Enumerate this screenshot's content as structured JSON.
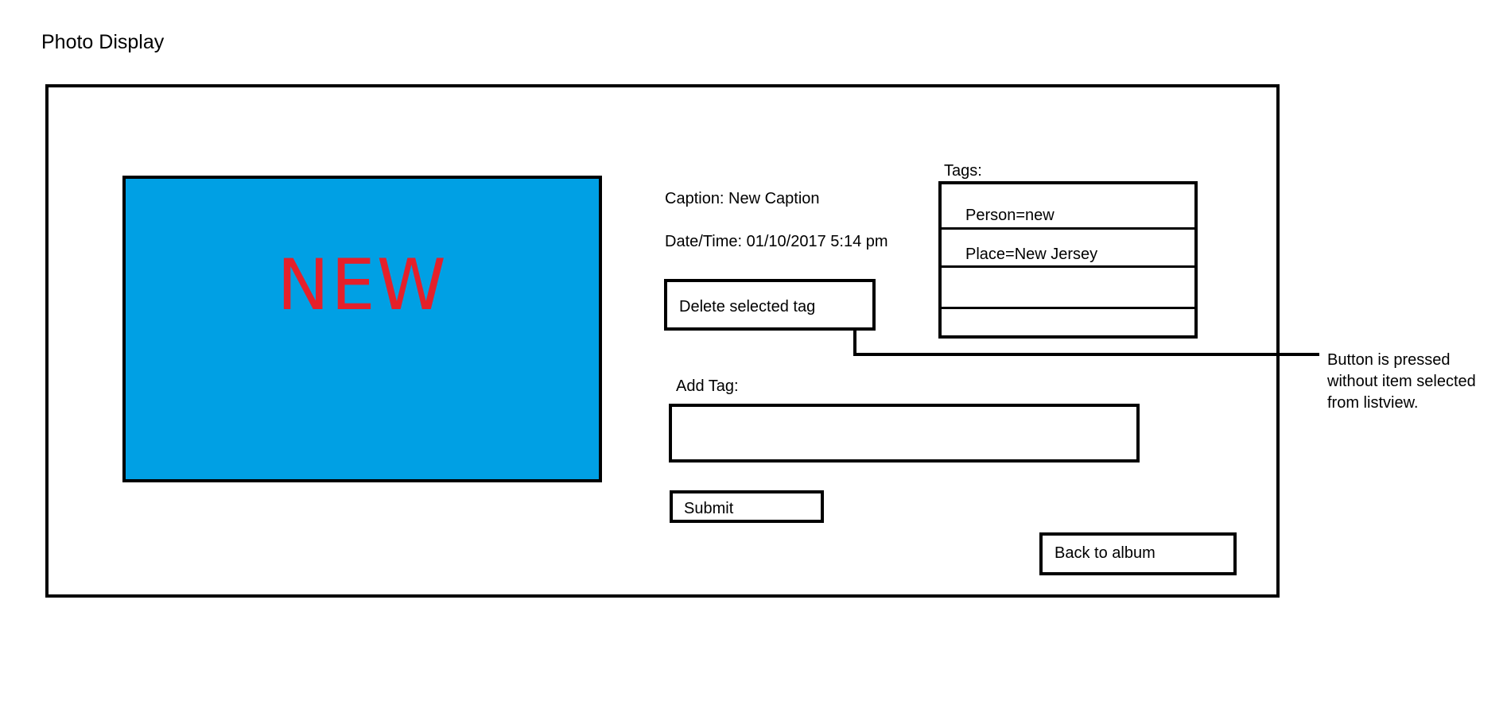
{
  "page": {
    "title": "Photo Display"
  },
  "photo": {
    "text": "NEW",
    "background_color": "#00a0e4",
    "text_color": "#e5202a"
  },
  "details": {
    "caption": "Caption: New Caption",
    "datetime": "Date/Time: 01/10/2017 5:14 pm"
  },
  "tags": {
    "label": "Tags:",
    "items": [
      "Person=new",
      "Place=New Jersey",
      "",
      ""
    ]
  },
  "buttons": {
    "delete_selected_tag": "Delete selected tag",
    "submit": "Submit",
    "back_to_album": "Back to album"
  },
  "add_tag": {
    "label": "Add Tag:",
    "value": "",
    "placeholder": ""
  },
  "annotation": {
    "lines": [
      "Button is pressed",
      "without item selected",
      "from listview."
    ]
  }
}
